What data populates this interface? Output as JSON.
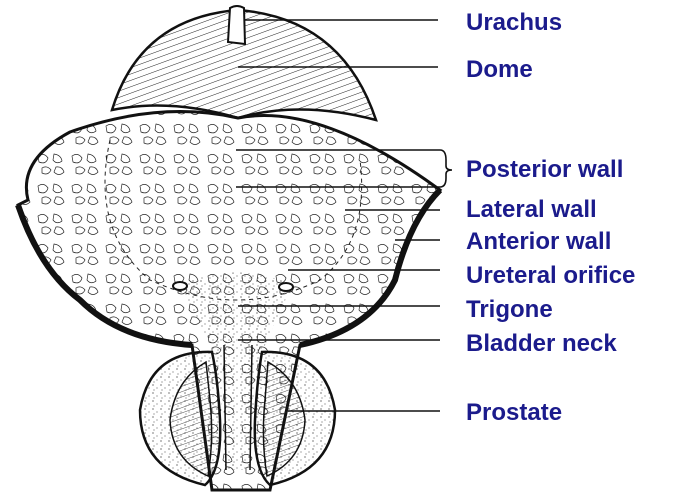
{
  "colors": {
    "label": "#1b1b8c",
    "ink": "#111111",
    "paper": "#ffffff"
  },
  "labels": {
    "urachus": "Urachus",
    "dome": "Dome",
    "posterior_wall": "Posterior wall",
    "lateral_wall": "Lateral wall",
    "anterior_wall": "Anterior wall",
    "ureteral_orifice": "Ureteral orifice",
    "trigone": "Trigone",
    "bladder_neck": "Bladder neck",
    "prostate": "Prostate"
  }
}
